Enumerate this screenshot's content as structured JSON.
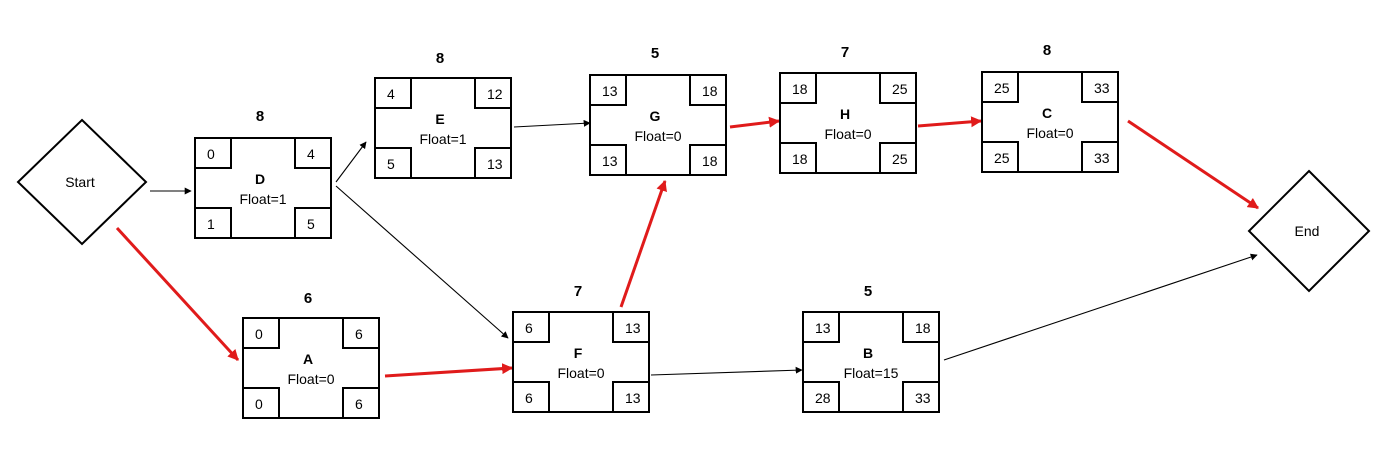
{
  "colors": {
    "critical": "#e01b1b",
    "normal": "#000000"
  },
  "terminals": [
    {
      "id": "start",
      "label": "Start"
    },
    {
      "id": "end",
      "label": "End"
    }
  ],
  "activities": [
    {
      "id": "D",
      "duration": "8",
      "float": "Float=1",
      "es": "0",
      "ef": "4",
      "ls": "1",
      "lf": "5"
    },
    {
      "id": "E",
      "duration": "8",
      "float": "Float=1",
      "es": "4",
      "ef": "12",
      "ls": "5",
      "lf": "13"
    },
    {
      "id": "G",
      "duration": "5",
      "float": "Float=0",
      "es": "13",
      "ef": "18",
      "ls": "13",
      "lf": "18"
    },
    {
      "id": "H",
      "duration": "7",
      "float": "Float=0",
      "es": "18",
      "ef": "25",
      "ls": "18",
      "lf": "25"
    },
    {
      "id": "C",
      "duration": "8",
      "float": "Float=0",
      "es": "25",
      "ef": "33",
      "ls": "25",
      "lf": "33"
    },
    {
      "id": "A",
      "duration": "6",
      "float": "Float=0",
      "es": "0",
      "ef": "6",
      "ls": "0",
      "lf": "6"
    },
    {
      "id": "F",
      "duration": "7",
      "float": "Float=0",
      "es": "6",
      "ef": "13",
      "ls": "6",
      "lf": "13"
    },
    {
      "id": "B",
      "duration": "5",
      "float": "Float=15",
      "es": "13",
      "ef": "18",
      "ls": "28",
      "lf": "33"
    }
  ],
  "dependencies": [
    {
      "from": "start",
      "to": "D",
      "critical": false
    },
    {
      "from": "start",
      "to": "A",
      "critical": true
    },
    {
      "from": "D",
      "to": "E",
      "critical": false
    },
    {
      "from": "D",
      "to": "F",
      "critical": false
    },
    {
      "from": "E",
      "to": "G",
      "critical": false
    },
    {
      "from": "A",
      "to": "F",
      "critical": true
    },
    {
      "from": "F",
      "to": "G",
      "critical": true
    },
    {
      "from": "F",
      "to": "B",
      "critical": false
    },
    {
      "from": "G",
      "to": "H",
      "critical": true
    },
    {
      "from": "H",
      "to": "C",
      "critical": true
    },
    {
      "from": "C",
      "to": "end",
      "critical": true
    },
    {
      "from": "B",
      "to": "end",
      "critical": false
    }
  ]
}
